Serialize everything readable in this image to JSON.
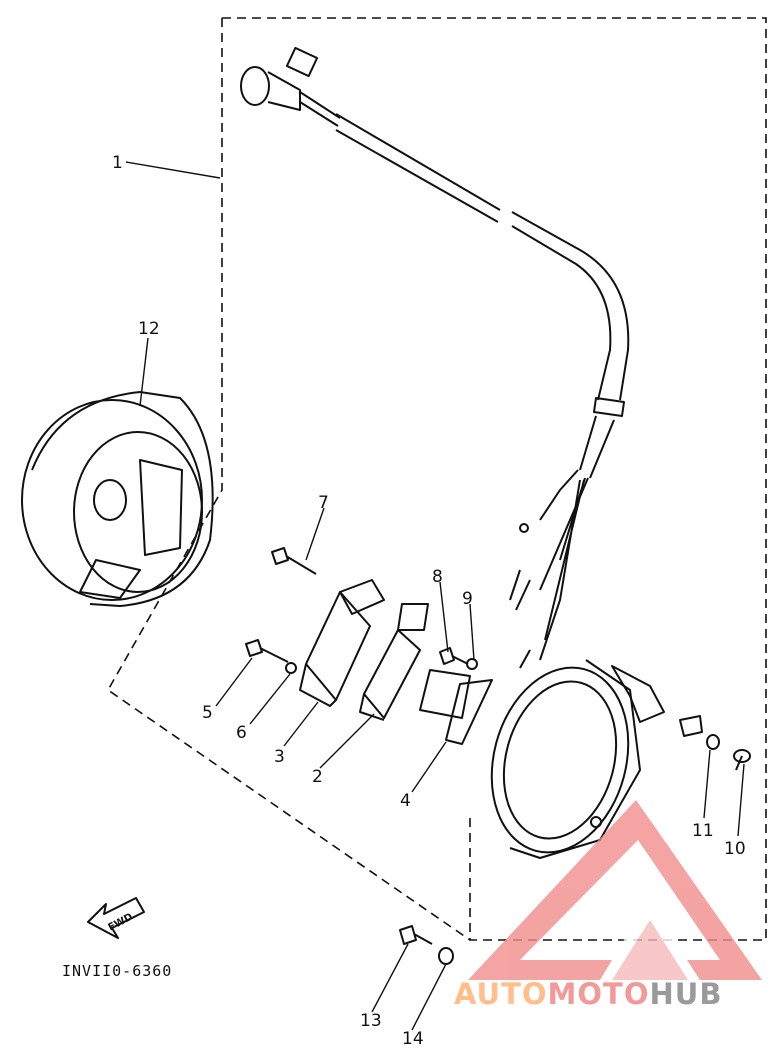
{
  "figure_code": "INVII0-6360",
  "fwd_label": "FWD",
  "callouts": [
    "1",
    "2",
    "3",
    "4",
    "5",
    "6",
    "7",
    "8",
    "9",
    "10",
    "11",
    "12",
    "13",
    "14"
  ],
  "watermark": {
    "part1": "AUTO",
    "part2": "MOTO",
    "part3": "HUB"
  },
  "colors": {
    "ink": "#111111",
    "wm_auto": "#ffbe8a",
    "wm_moto": "#f29a9a",
    "wm_hub": "#9a9a9a",
    "wm_logo": "#f28d8d"
  }
}
